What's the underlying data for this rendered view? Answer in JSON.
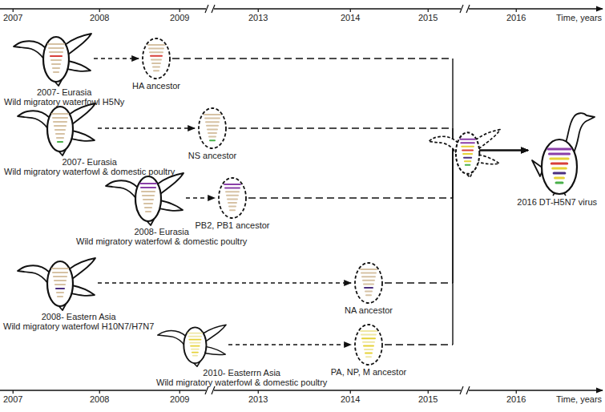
{
  "diagram": {
    "nodes": [
      {
        "text": [
          "2007- Eurasia",
          "Wild migratory waterfowl H5Ny"
        ]
      },
      {
        "text": [
          "HA ancestor"
        ]
      },
      {
        "text": [
          "2007- Eurasia",
          "Wild migratory waterfowl & domestic poultry"
        ]
      },
      {
        "text": [
          "NS ancestor"
        ]
      },
      {
        "text": [
          "2008- Eurasia",
          "Wild migratory waterfowl & domestic poultry"
        ]
      },
      {
        "text": [
          "PB2, PB1 ancestor"
        ]
      },
      {
        "text": [
          "2008- Eastern Asia",
          "Wild migratory waterfowl H10N7/H7N7"
        ]
      },
      {
        "text": [
          "NA ancestor"
        ]
      },
      {
        "text": [
          "2010- Easterrn Asia",
          "Wild migratory waterfowl & domestic poultry"
        ]
      },
      {
        "text": [
          "PA, NP, M ancestor"
        ]
      },
      {
        "text": [
          "2016 DT-H5N7 virus"
        ]
      }
    ],
    "edges": [
      {
        "from": 0,
        "to": 1,
        "arrow": "to"
      },
      {
        "from": 2,
        "to": 3,
        "arrow": "to"
      },
      {
        "from": 4,
        "to": 5,
        "arrow": "to"
      },
      {
        "from": 6,
        "to": 7,
        "arrow": "to"
      },
      {
        "from": 8,
        "to": 9,
        "arrow": "to"
      },
      {
        "from": 1,
        "to": 10,
        "arrow": "to"
      },
      {
        "from": 3,
        "to": 10,
        "arrow": "to"
      },
      {
        "from": 5,
        "to": 10,
        "arrow": "to"
      },
      {
        "from": 7,
        "to": 10,
        "arrow": "to"
      },
      {
        "from": 9,
        "to": 10,
        "arrow": "to"
      }
    ],
    "labels": [
      "2007",
      "2008",
      "2009",
      "2013",
      "2014",
      "2015",
      "2016",
      "Time, years",
      "2007",
      "2008",
      "2009",
      "2013",
      "2014",
      "2015",
      "2016",
      "Time, years"
    ]
  }
}
